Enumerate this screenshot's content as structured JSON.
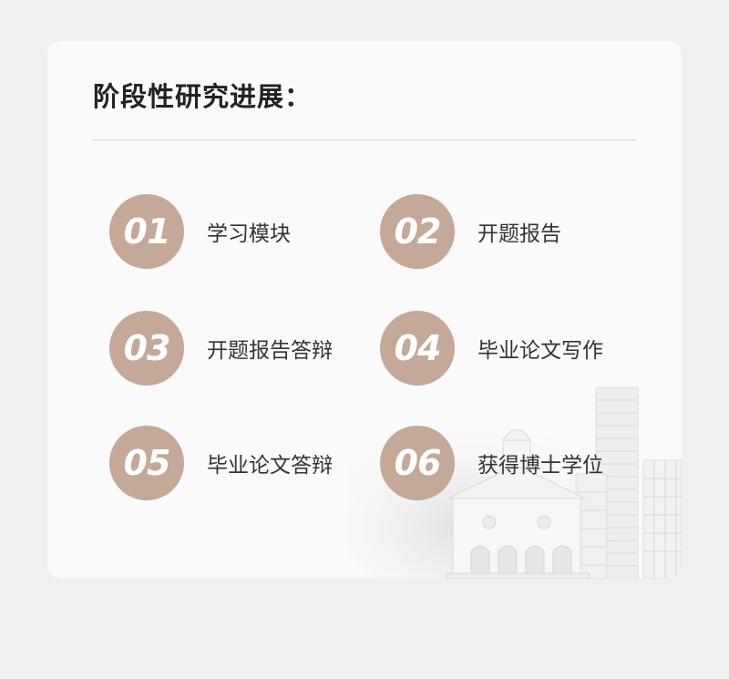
{
  "title": "阶段性研究进展：",
  "steps": [
    {
      "number": "01",
      "label": "学习模块"
    },
    {
      "number": "02",
      "label": "开题报告"
    },
    {
      "number": "03",
      "label": "开题报告答辩"
    },
    {
      "number": "04",
      "label": "毕业论文写作"
    },
    {
      "number": "05",
      "label": "毕业论文答辩"
    },
    {
      "number": "06",
      "label": "获得博士学位"
    }
  ],
  "colors": {
    "badge": "#c4a898",
    "card": "#fafafa",
    "page": "#f0f0f0",
    "text": "#333333"
  }
}
